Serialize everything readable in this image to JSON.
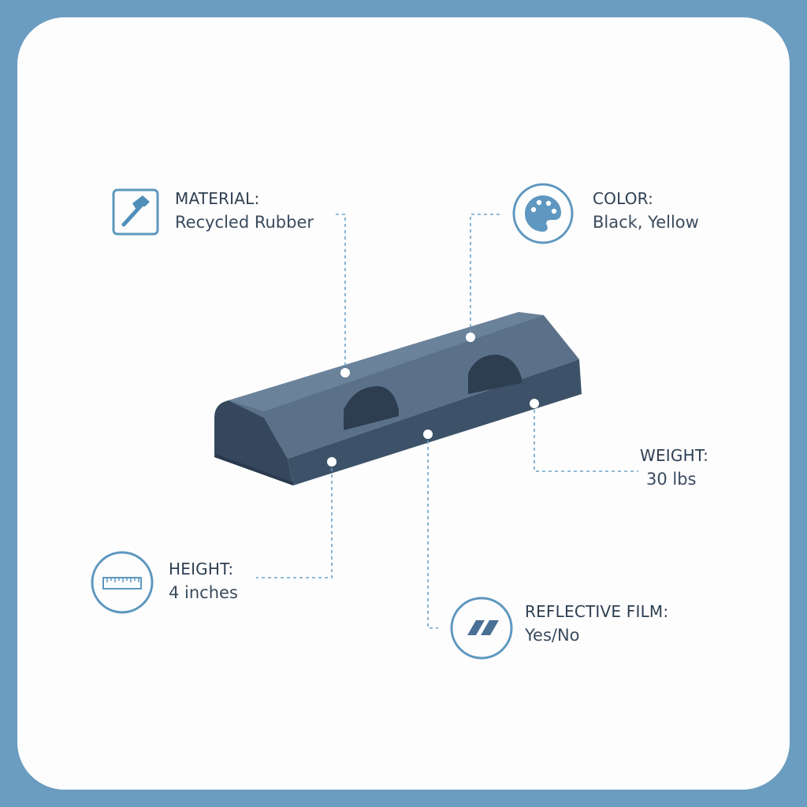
{
  "specs": {
    "material": {
      "label": "MATERIAL:",
      "value": "Recycled Rubber",
      "icon": "hammer-icon"
    },
    "color": {
      "label": "COLOR:",
      "value": "Black, Yellow",
      "icon": "palette-icon"
    },
    "weight": {
      "label": "WEIGHT:",
      "value": "30 lbs"
    },
    "height": {
      "label": "HEIGHT:",
      "value": "4 inches",
      "icon": "ruler-icon"
    },
    "reflective": {
      "label": "REFLECTIVE FILM:",
      "value": "Yes/No",
      "icon": "reflective-strip-icon"
    }
  },
  "colors": {
    "frame": "#6a9dc0",
    "accent": "#5e97bf",
    "product_top": "#586f88",
    "product_front": "#3c5168",
    "text": "#2e3f52"
  }
}
